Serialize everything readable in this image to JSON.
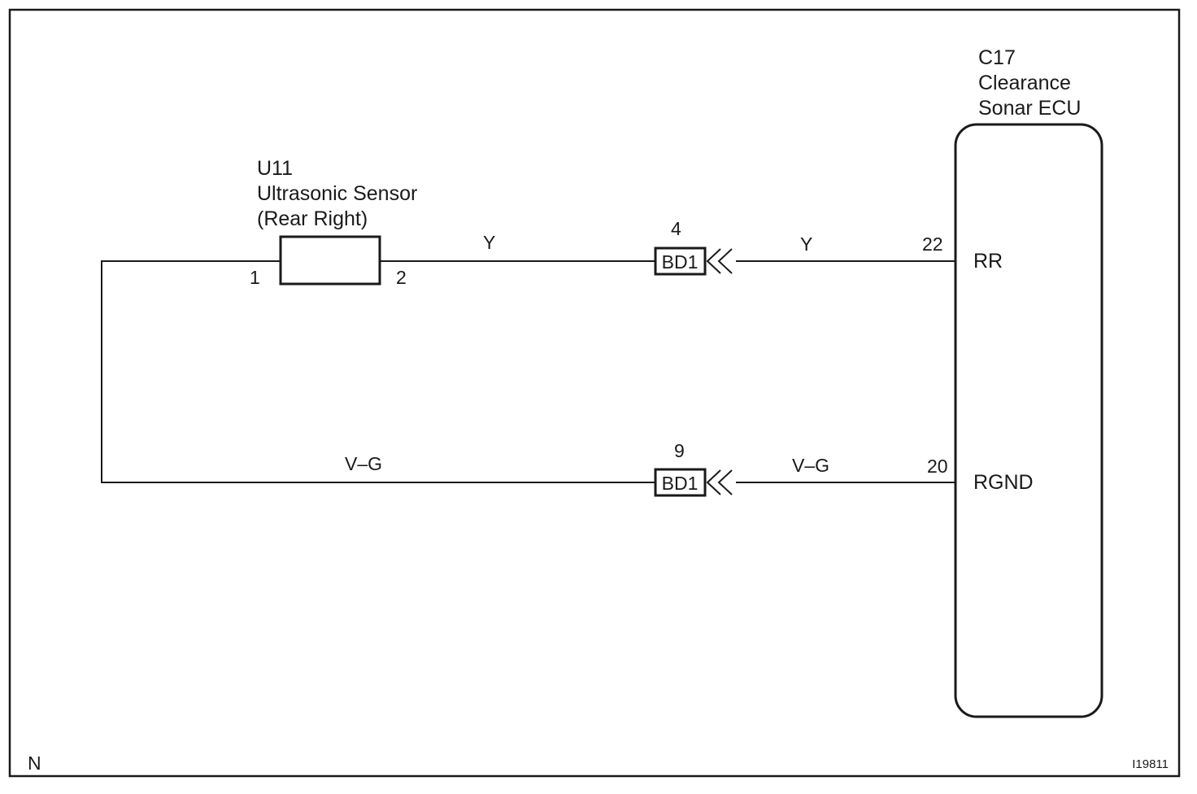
{
  "sensor": {
    "code": "U11",
    "name": "Ultrasonic Sensor",
    "position": "(Rear Right)",
    "pin1": "1",
    "pin2": "2"
  },
  "ecu": {
    "code": "C17",
    "name_line1": "Clearance",
    "name_line2": "Sonar ECU",
    "pin_rr_num": "22",
    "pin_rr_label": "RR",
    "pin_rgnd_num": "20",
    "pin_rgnd_label": "RGND"
  },
  "wires": {
    "top_left_color": "Y",
    "top_right_color": "Y",
    "bottom_left_color": "V–G",
    "bottom_right_color": "V–G"
  },
  "connectors": {
    "top": {
      "name": "BD1",
      "pin": "4"
    },
    "bottom": {
      "name": "BD1",
      "pin": "9"
    }
  },
  "footer": {
    "left_code": "N",
    "figure_id": "I19811"
  }
}
